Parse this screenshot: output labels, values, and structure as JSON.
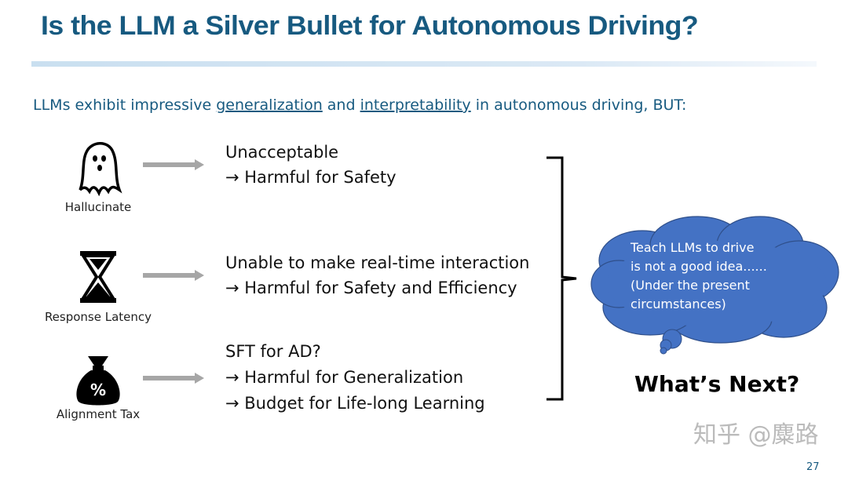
{
  "title": "Is the LLM a Silver Bullet for Autonomous Driving?",
  "subtitle": {
    "pre": "LLMs exhibit impressive ",
    "u1": "generalization",
    "mid": " and ",
    "u2": "interpretability",
    "post": " in autonomous driving, BUT:"
  },
  "rows": [
    {
      "icon": "ghost-icon",
      "label": "Hallucinate",
      "lines": [
        "Unacceptable",
        "→ Harmful for Safety"
      ]
    },
    {
      "icon": "hourglass-icon",
      "label": "Response Latency",
      "lines": [
        "Unable to make real-time interaction",
        "→ Harmful for Safety and Efficiency"
      ]
    },
    {
      "icon": "money-bag-icon",
      "label": "Alignment Tax",
      "lines": [
        "SFT for AD?",
        "→ Harmful for Generalization",
        "→ Budget for Life-long Learning"
      ]
    }
  ],
  "cloud": [
    "Teach LLMs to drive",
    "is not a good idea......",
    "(Under the present",
    "circumstances)"
  ],
  "next": "What’s Next?",
  "watermark": "知乎 @麋路",
  "page": "27",
  "colors": {
    "title": "#175a80",
    "cloud": "#4472c4"
  }
}
